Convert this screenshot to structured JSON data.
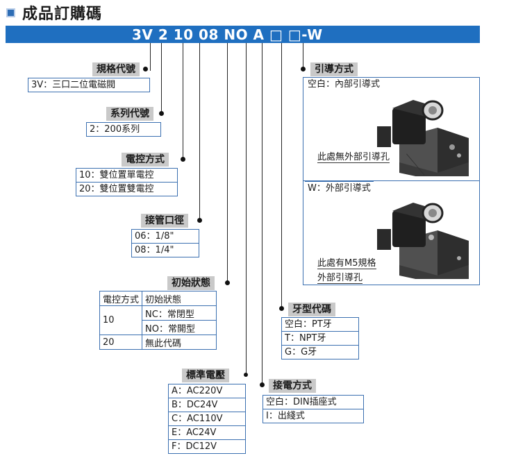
{
  "title": "成品訂購碼",
  "order_code": "3V 2 10 08 NO A □ □-W",
  "spec": {
    "label": "規格代號",
    "rows": [
      "3V：三口二位電磁閥"
    ]
  },
  "series": {
    "label": "系列代號",
    "rows": [
      "2：200系列"
    ]
  },
  "control": {
    "label": "電控方式",
    "rows": [
      "10：雙位置單電控",
      "20：雙位置雙電控"
    ]
  },
  "port": {
    "label": "接管口徑",
    "rows": [
      "06：1/8\"",
      "08：1/4\""
    ]
  },
  "initial": {
    "label": "初始狀態",
    "headers": [
      "電控方式",
      "初始狀態"
    ],
    "rows": [
      {
        "code": "10",
        "states": [
          "NC：常閉型",
          "NO：常開型"
        ]
      },
      {
        "code": "20",
        "states": [
          "無此代碼"
        ]
      }
    ]
  },
  "voltage": {
    "label": "標準電壓",
    "rows": [
      "A：AC220V",
      "B：DC24V",
      "C：AC110V",
      "E：AC24V",
      "F：DC12V"
    ]
  },
  "wiring": {
    "label": "接電方式",
    "rows": [
      "空白：DIN插座式",
      "I：出綫式"
    ]
  },
  "thread": {
    "label": "牙型代碼",
    "rows": [
      "空白：PT牙",
      "T：NPT牙",
      "G：G牙"
    ]
  },
  "pilot": {
    "label": "引導方式",
    "internal": {
      "caption": "空白：內部引導式",
      "note": "此處無外部引導孔"
    },
    "external": {
      "caption": "W：外部引導式",
      "note_line1": "此處有M5規格",
      "note_line2": "外部引導孔"
    }
  },
  "colors": {
    "code_bar": "#1f6fc0",
    "header_bg": "#c9c9c9",
    "box_border": "#3a6fb0"
  }
}
